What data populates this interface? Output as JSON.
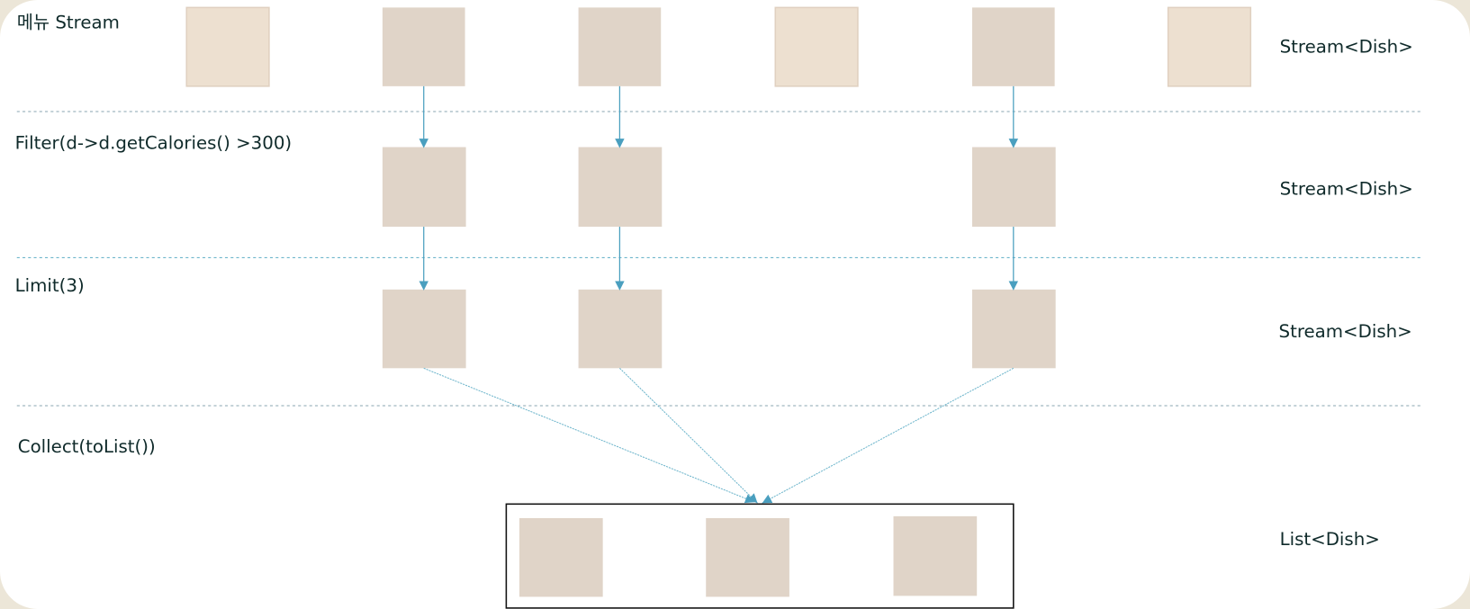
{
  "stages": [
    {
      "label": "메뉴 Stream",
      "type_label": "Stream<Dish>"
    },
    {
      "label": "Filter(d->d.getCalories()  >300)",
      "type_label": "Stream<Dish>"
    },
    {
      "label": "Limit(3)",
      "type_label": "Stream<Dish>"
    },
    {
      "label": "Collect(toList())",
      "type_label": "List<Dish>"
    }
  ],
  "colors": {
    "item_selected": "#e0d4c8",
    "item_filtered_out": "#ede0d0",
    "arrow": "#4a9fbf",
    "divider": "#8aa6b0"
  },
  "menu_items_selected": [
    false,
    true,
    true,
    false,
    true,
    false
  ]
}
